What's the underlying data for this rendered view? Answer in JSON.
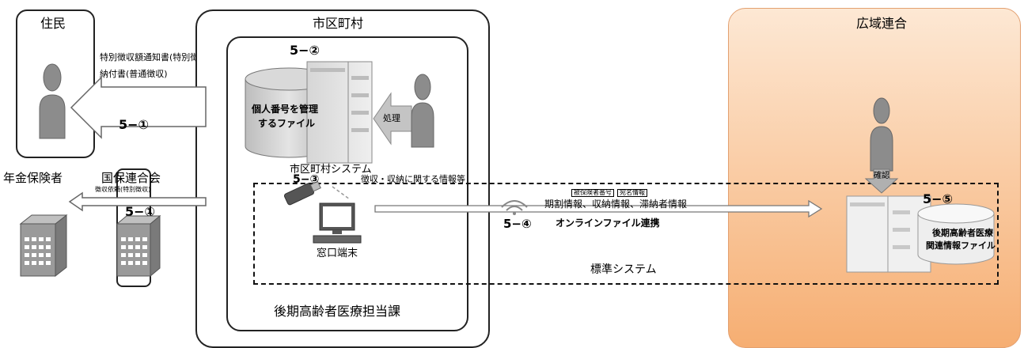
{
  "resident": {
    "title": "住民"
  },
  "notices": {
    "line1": "特別徴収額通知書(特別徴収)",
    "line2": "納付書(普通徴収)"
  },
  "steps": {
    "s1a": "5−①",
    "s1b": "5−①",
    "s2": "5−②",
    "s3": "5−③",
    "s4": "5−④",
    "s5": "5−⑤"
  },
  "pension": {
    "title": "年金保険者"
  },
  "kokuho": {
    "title": "国保連合会",
    "arrow_label": "徴収依頼(特別徴収)"
  },
  "municipality": {
    "title": "市区町村",
    "db_label_1": "個人番号を管理",
    "db_label_2": "するファイル",
    "system_label": "市区町村システム",
    "process_label": "処理",
    "terminal_label": "窓口端末",
    "usb_note": "徴収・収納に関する情報等",
    "department": "後期高齢者医療担当課"
  },
  "transfer": {
    "tag1": "被保険者番号",
    "tag2": "宛名情報",
    "info": "期割情報、収納情報、滞納者情報",
    "online": "オンラインファイル連携"
  },
  "standard_system": {
    "label": "標準システム"
  },
  "union": {
    "title": "広域連合",
    "staff_label": "確認",
    "file_label_1": "後期高齢者医療",
    "file_label_2": "関連情報ファイル"
  },
  "colors": {
    "union_bg_top": "#fde8d4",
    "union_bg_bottom": "#f6ae72",
    "gray": "#8c8c8c"
  }
}
